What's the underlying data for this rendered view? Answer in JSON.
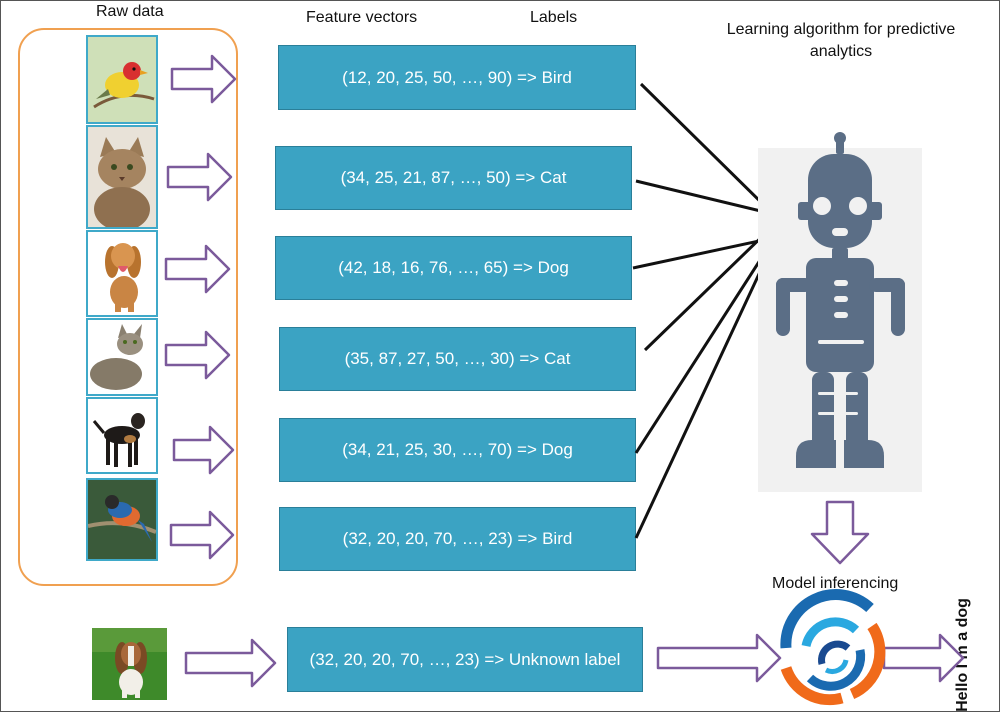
{
  "headers": {
    "raw_data": "Raw data",
    "feature_vectors": "Feature vectors",
    "labels": "Labels",
    "algorithm": "Learning algorithm for predictive analytics",
    "model_inferencing": "Model inferencing"
  },
  "training_samples": [
    {
      "animal": "bird",
      "vector": "(12, 20, 25, 50, …, 90) => Bird"
    },
    {
      "animal": "cat",
      "vector": "(34, 25, 21, 87, …, 50) => Cat"
    },
    {
      "animal": "dog",
      "vector": "(42, 18, 16, 76, …, 65) => Dog"
    },
    {
      "animal": "cat",
      "vector": "(35, 87, 27, 50, …, 30) => Cat"
    },
    {
      "animal": "dog",
      "vector": "(34, 21, 25, 30, …, 70) => Dog"
    },
    {
      "animal": "bird",
      "vector": "(32, 20, 20, 70, …, 23) => Bird"
    }
  ],
  "inference": {
    "animal": "dog",
    "vector": "(32, 20, 20, 70, …, 23) => Unknown label",
    "output": "Hello I’m a dog"
  },
  "icons": {
    "robot": "robot-icon",
    "inference_engine": "inference-engine-icon"
  },
  "colors": {
    "vector_box": "#3ba3c3",
    "raw_group_border": "#f0a050",
    "hollow_arrow": "#7b5a9b",
    "robot": "#5b6e86"
  }
}
